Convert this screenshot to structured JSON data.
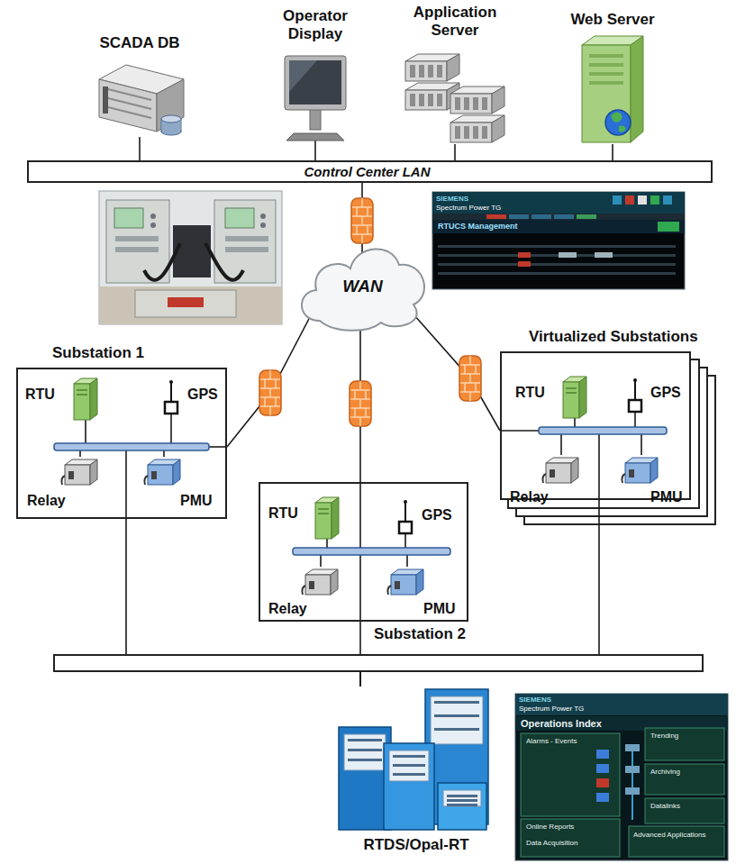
{
  "diagram": {
    "nodes": [
      {
        "text": [
          "SCADA DB"
        ]
      },
      {
        "text": [
          "Operator Display"
        ]
      },
      {
        "text": [
          "Application Server"
        ]
      },
      {
        "text": [
          "Web Server"
        ]
      },
      {
        "text": [
          "Control Center LAN"
        ]
      },
      {
        "text": [
          "WAN"
        ]
      },
      {
        "text": [
          "Substation 1"
        ]
      },
      {
        "text": [
          "RTU"
        ],
        "in": 6
      },
      {
        "text": [
          "GPS"
        ],
        "in": 6
      },
      {
        "text": [
          "Relay"
        ],
        "in": 6
      },
      {
        "text": [
          "PMU"
        ],
        "in": 6
      },
      {
        "text": [
          "Virtualized Substations"
        ]
      },
      {
        "text": [
          "RTU"
        ],
        "in": 11
      },
      {
        "text": [
          "GPS"
        ],
        "in": 11
      },
      {
        "text": [
          "Relay"
        ],
        "in": 11
      },
      {
        "text": [
          "PMU"
        ],
        "in": 11
      },
      {
        "text": [
          "Substation 2"
        ]
      },
      {
        "text": [
          "RTU"
        ],
        "in": 16
      },
      {
        "text": [
          "GPS"
        ],
        "in": 16
      },
      {
        "text": [
          "Relay"
        ],
        "in": 16
      },
      {
        "text": [
          "PMU"
        ],
        "in": 16
      },
      {
        "text": [
          "RTDS/Opal-RT"
        ]
      }
    ],
    "edges": [
      {
        "from": 0,
        "to": 4,
        "arrow": "none"
      },
      {
        "from": 1,
        "to": 4,
        "arrow": "none"
      },
      {
        "from": 2,
        "to": 4,
        "arrow": "none"
      },
      {
        "from": 3,
        "to": 4,
        "arrow": "none"
      },
      {
        "from": 4,
        "to": 5,
        "arrow": "none"
      },
      {
        "from": 5,
        "to": 6,
        "arrow": "none"
      },
      {
        "from": 5,
        "to": 11,
        "arrow": "none"
      },
      {
        "from": 5,
        "to": 16,
        "arrow": "none"
      },
      {
        "from": 6,
        "to": 21,
        "arrow": "none"
      },
      {
        "from": 11,
        "to": 21,
        "arrow": "none"
      },
      {
        "from": 16,
        "to": 21,
        "arrow": "none"
      }
    ],
    "labels": [
      "SIEMENS",
      "Spectrum Power TG",
      "RTUCS Management",
      "SIEMENS",
      "Spectrum Power TG",
      "Operations Index",
      "Alarms - Events",
      "Trending",
      "Archiving",
      "Datalinks",
      "Online Reports",
      "Data Acquisition",
      "Advanced Applications"
    ]
  }
}
